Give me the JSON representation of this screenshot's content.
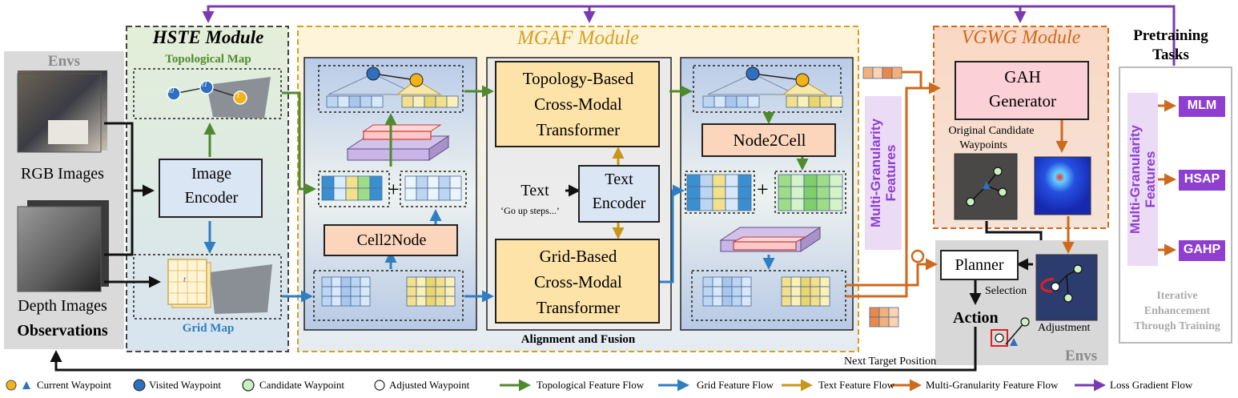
{
  "envs_left": {
    "title": "Envs",
    "rgb_label": "RGB Images",
    "depth_label": "Depth Images",
    "observations": "Observations"
  },
  "hste": {
    "title": "HSTE Module",
    "topo_map": "Topological Map",
    "grid_map": "Grid Map",
    "encoder": [
      "Image",
      "Encoder"
    ]
  },
  "mgaf": {
    "title": "MGAF Module",
    "cell2node": "Cell2Node",
    "topo_transformer": [
      "Topology-Based",
      "Cross-Modal",
      "Transformer"
    ],
    "grid_transformer": [
      "Grid-Based",
      "Cross-Modal",
      "Transformer"
    ],
    "text_encoder": [
      "Text",
      "Encoder"
    ],
    "text_word": "Text",
    "text_example": "‘Go up steps...’",
    "node2cell": "Node2Cell",
    "footer": "Alignment and Fusion"
  },
  "mgf_label": [
    "Multi-Granularity",
    "Features"
  ],
  "vgwg": {
    "title": "VGWG Module",
    "generator": [
      "GAH",
      "Generator"
    ],
    "original_candidate": [
      "Original Candidate",
      "Waypoints"
    ]
  },
  "envs_right": {
    "title": "Envs",
    "planner": "Planner",
    "selection": "Selection",
    "action": "Action",
    "adjustment": "Adjustment"
  },
  "next_target": "Next Target Position",
  "pretraining": {
    "title": [
      "Pretraining",
      "Tasks"
    ],
    "mgf_label": [
      "Multi-Granularity",
      "Features"
    ],
    "tasks": [
      "MLM",
      "HSAP",
      "GAHP"
    ],
    "iterative": [
      "Iterative",
      "Enhancement",
      "Through Training"
    ]
  },
  "legend": [
    "Current Waypoint",
    "Visited Waypoint",
    "Candidate Waypoint",
    "Adjusted Waypoint",
    "Topological Feature Flow",
    "Grid Feature Flow",
    "Text Feature Flow",
    "Multi-Granularity Feature Flow",
    "Loss Gradient Flow"
  ],
  "node_labels": [
    "t0",
    "t1",
    "t"
  ],
  "colors": {
    "topo_flow": "#4f8a2e",
    "grid_flow": "#2f7ec1",
    "text_flow": "#c8971a",
    "mg_flow": "#cc6a1d",
    "loss_flow": "#7a3bb0",
    "purple_box": "#8e3fcf"
  }
}
